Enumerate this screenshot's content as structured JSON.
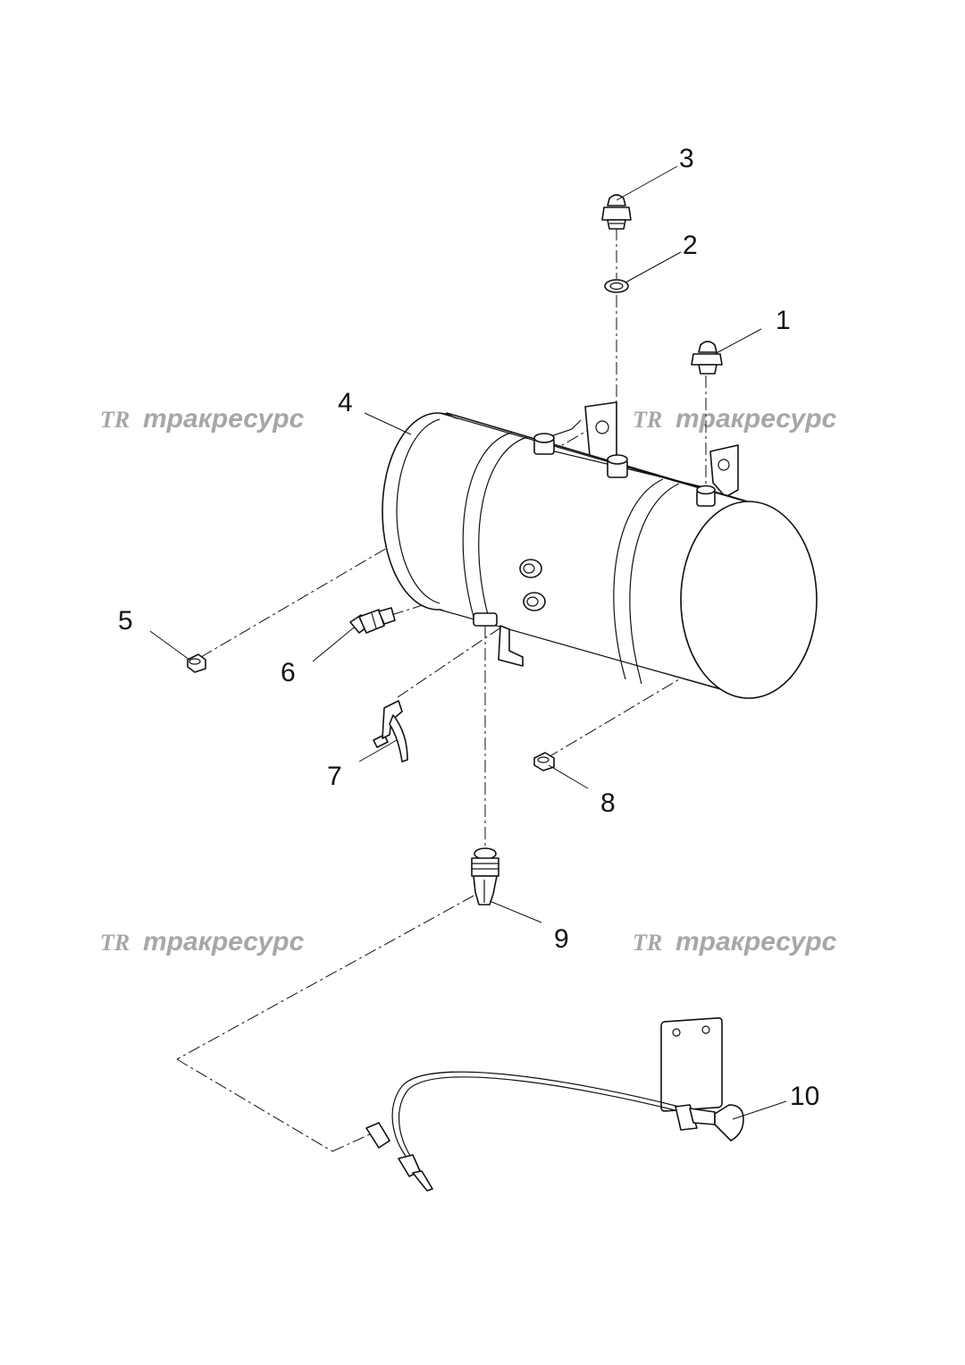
{
  "watermarks": [
    {
      "logo": "TR",
      "text": "тракресурс"
    },
    {
      "logo": "TR",
      "text": "тракресурс"
    },
    {
      "logo": "TR",
      "text": "тракресурс"
    },
    {
      "logo": "TR",
      "text": "тракресурс"
    }
  ],
  "callouts": [
    "1",
    "2",
    "3",
    "4",
    "5",
    "6",
    "7",
    "8",
    "9",
    "10"
  ],
  "colors": {
    "line": "#111111",
    "watermark": "#a7a7a7",
    "background": "#ffffff"
  }
}
